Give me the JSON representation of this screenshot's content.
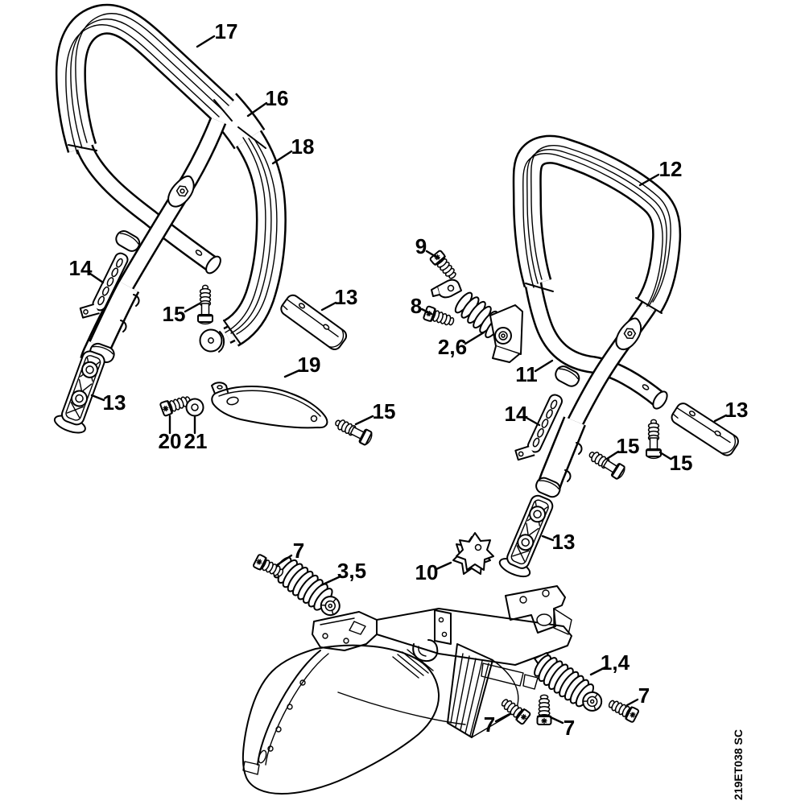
{
  "diagram": {
    "part_code": "219ET038 SC",
    "colors": {
      "line": "#000000",
      "background": "#ffffff"
    },
    "labels": [
      {
        "text": "17"
      },
      {
        "text": "16"
      },
      {
        "text": "18"
      },
      {
        "text": "14"
      },
      {
        "text": "15"
      },
      {
        "text": "13"
      },
      {
        "text": "13"
      },
      {
        "text": "19"
      },
      {
        "text": "20"
      },
      {
        "text": "21"
      },
      {
        "text": "15"
      },
      {
        "text": "12"
      },
      {
        "text": "9"
      },
      {
        "text": "8"
      },
      {
        "text": "2,6"
      },
      {
        "text": "11"
      },
      {
        "text": "14"
      },
      {
        "text": "13"
      },
      {
        "text": "15"
      },
      {
        "text": "15"
      },
      {
        "text": "13"
      },
      {
        "text": "10"
      },
      {
        "text": "7"
      },
      {
        "text": "3,5"
      },
      {
        "text": "1,4"
      },
      {
        "text": "7"
      },
      {
        "text": "7"
      },
      {
        "text": "7"
      }
    ]
  }
}
